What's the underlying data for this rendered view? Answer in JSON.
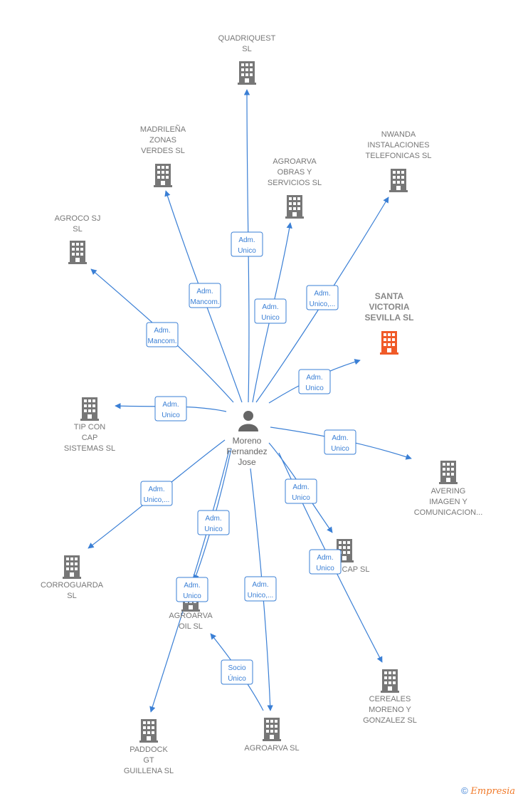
{
  "person": {
    "name_lines": [
      "Moreno",
      "Fernandez",
      "Jose"
    ]
  },
  "colors": {
    "accent": "#3a7fd5",
    "building": "#777777",
    "highlight": "#f05a28"
  },
  "companies": [
    {
      "id": "quadriquest",
      "lines": [
        "QUADRIQUEST",
        "SL"
      ],
      "highlight": false
    },
    {
      "id": "madrilena",
      "lines": [
        "MADRILEÑA",
        "ZONAS",
        "VERDES  SL"
      ],
      "highlight": false
    },
    {
      "id": "agroarva-obras",
      "lines": [
        "AGROARVA",
        "OBRAS Y",
        "SERVICIOS  SL"
      ],
      "highlight": false
    },
    {
      "id": "nwanda",
      "lines": [
        "NWANDA",
        "INSTALACIONES",
        "TELEFONICAS SL"
      ],
      "highlight": false
    },
    {
      "id": "agroco",
      "lines": [
        "AGROCO SJ",
        "SL"
      ],
      "highlight": false
    },
    {
      "id": "santa-victoria",
      "lines": [
        "SANTA",
        "VICTORIA",
        "SEVILLA  SL"
      ],
      "highlight": true
    },
    {
      "id": "tip-con-cap",
      "lines": [
        "TIP CON",
        "CAP",
        "SISTEMAS SL"
      ],
      "highlight": false
    },
    {
      "id": "avering",
      "lines": [
        "AVERING",
        "IMAGEN Y",
        "COMUNICACION..."
      ],
      "highlight": false
    },
    {
      "id": "corroguarda",
      "lines": [
        "CORROGUARDA",
        "SL"
      ],
      "highlight": false
    },
    {
      "id": "cap",
      "lines": [
        "CAP  SL"
      ],
      "highlight": false
    },
    {
      "id": "agroarva-oil",
      "lines": [
        "AGROARVA",
        "OIL  SL"
      ],
      "highlight": false
    },
    {
      "id": "cereales",
      "lines": [
        "CEREALES",
        "MORENO Y",
        "GONZALEZ SL"
      ],
      "highlight": false
    },
    {
      "id": "paddock",
      "lines": [
        "PADDOCK",
        "GT",
        "GUILLENA SL"
      ],
      "highlight": false
    },
    {
      "id": "agroarva",
      "lines": [
        "AGROARVA  SL"
      ],
      "highlight": false
    }
  ],
  "roles": [
    {
      "id": "r-quadriquest",
      "lines": [
        "Adm.",
        "Unico"
      ]
    },
    {
      "id": "r-madrilena",
      "lines": [
        "Adm.",
        "Mancom."
      ]
    },
    {
      "id": "r-agroarva-obras",
      "lines": [
        "Adm.",
        "Unico"
      ]
    },
    {
      "id": "r-nwanda",
      "lines": [
        "Adm.",
        "Unico,..."
      ]
    },
    {
      "id": "r-agroco",
      "lines": [
        "Adm.",
        "Mancom."
      ]
    },
    {
      "id": "r-santa-victoria",
      "lines": [
        "Adm.",
        "Unico"
      ]
    },
    {
      "id": "r-tip-con-cap",
      "lines": [
        "Adm.",
        "Unico"
      ]
    },
    {
      "id": "r-avering",
      "lines": [
        "Adm.",
        "Unico"
      ]
    },
    {
      "id": "r-corroguarda",
      "lines": [
        "Adm.",
        "Unico,..."
      ]
    },
    {
      "id": "r-cap",
      "lines": [
        "Adm.",
        "Unico"
      ]
    },
    {
      "id": "r-agroarva-oil",
      "lines": [
        "Adm.",
        "Unico"
      ]
    },
    {
      "id": "r-paddock",
      "lines": [
        "Adm.",
        "Unico"
      ]
    },
    {
      "id": "r-agroarva",
      "lines": [
        "Adm.",
        "Unico,..."
      ]
    },
    {
      "id": "r-cereales",
      "lines": [
        "Adm.",
        "Unico"
      ]
    },
    {
      "id": "r-socio",
      "lines": [
        "Socio",
        "Único"
      ]
    }
  ],
  "footer": {
    "copyright": "©",
    "brand": "Empresia"
  }
}
